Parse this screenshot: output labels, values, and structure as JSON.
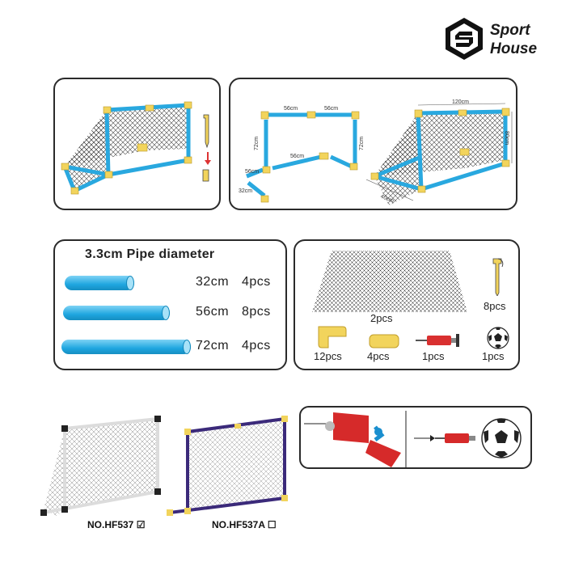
{
  "brand": {
    "name_line1": "Sport",
    "name_line2": "House",
    "logo_icon": "sport-house-logo-icon"
  },
  "assembly": {
    "dimensions": [
      "56cm",
      "56cm",
      "72cm",
      "56cm",
      "72cm",
      "56cm",
      "32cm",
      "120cm",
      "80cm",
      "40cm"
    ]
  },
  "pipes": {
    "title": "3.3cm Pipe diameter",
    "items": [
      {
        "length": "32cm",
        "count": "4pcs"
      },
      {
        "length": "56cm",
        "count": "8pcs"
      },
      {
        "length": "72cm",
        "count": "4pcs"
      }
    ],
    "color": "#1fa6e0"
  },
  "parts": {
    "net_qty": "2pcs",
    "stake_qty": "8pcs",
    "elbow_qty": "12pcs",
    "tee_qty": "4pcs",
    "pump_qty": "1pcs",
    "ball_qty": "1pcs",
    "connector_color": "#f2d45c"
  },
  "models": {
    "white": {
      "label": "NO.HF537",
      "checked": "☑"
    },
    "purple": {
      "label": "NO.HF537A",
      "checked": "☐"
    }
  }
}
